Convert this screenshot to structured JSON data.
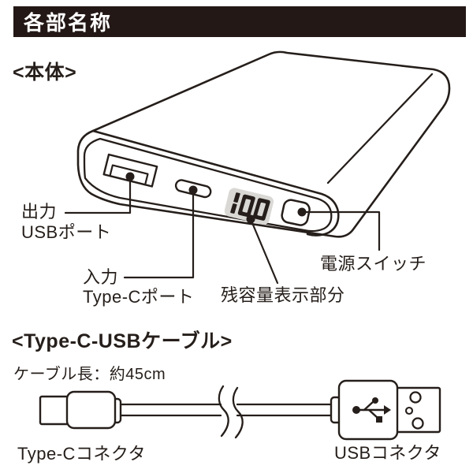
{
  "header": {
    "title": "各部名称"
  },
  "body_section": {
    "heading": "<本体>",
    "labels": {
      "usb_out_line1": "出力",
      "usb_out_line2": "USBポート",
      "type_c_in_line1": "入力",
      "type_c_in_line2": "Type-Cポート",
      "battery_display": "残容量表示部分",
      "power_switch": "電源スイッチ"
    },
    "display": {
      "value": "100"
    }
  },
  "cable_section": {
    "heading": "<Type-C-USBケーブル>",
    "cable_length": "ケーブル長：約45cm",
    "labels": {
      "type_c_connector": "Type-Cコネクタ",
      "usb_connector": "USBコネクタ"
    }
  },
  "colors": {
    "ink": "#251e1a",
    "header_bar": "#231815",
    "header_text": "#ffffff",
    "display_bg": "#d9d8d5"
  }
}
